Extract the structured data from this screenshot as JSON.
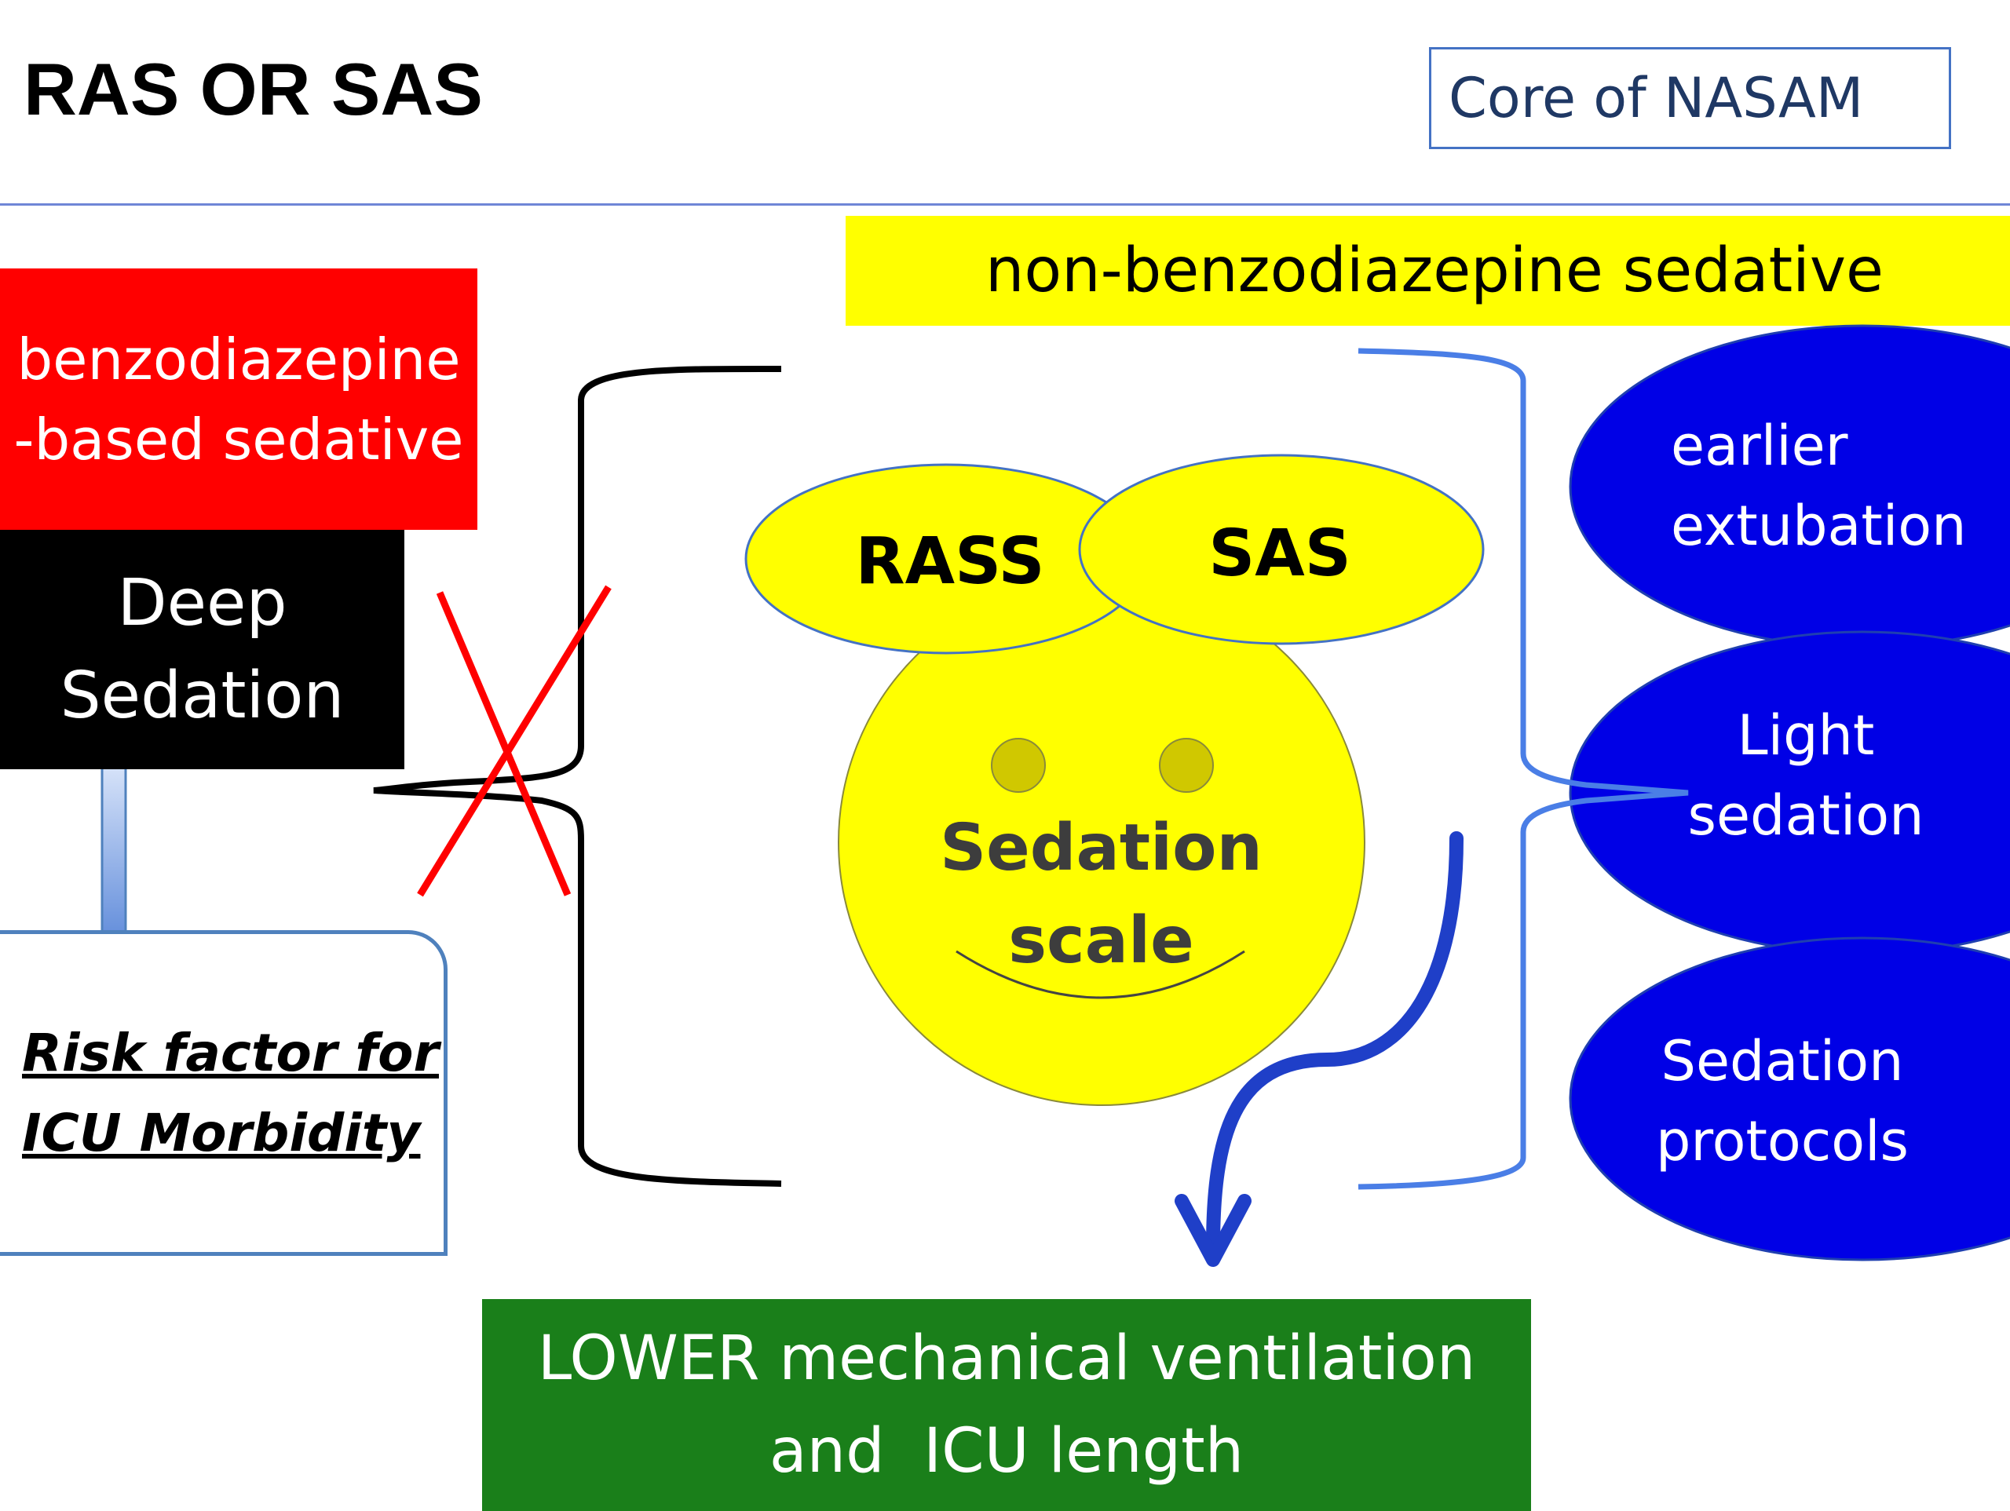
{
  "title": "RAS OR SAS",
  "core_label": "Core of NASAM",
  "non_benzo": "non-benzodiazepine sedative",
  "benzo": {
    "line1": "benzodiazepine",
    "line2": "-based sedative"
  },
  "deep_sedation": {
    "line1": "Deep",
    "line2": "Sedation"
  },
  "risk_factor": {
    "line1": "Risk factor for",
    "line2": "ICU Morbidity"
  },
  "scale": {
    "rass": "RASS",
    "sas": "SAS",
    "line1": "Sedation",
    "line2": "scale"
  },
  "outcomes": [
    {
      "line1": "earlier",
      "line2": "extubation"
    },
    {
      "line1": "Light",
      "line2": "sedation"
    },
    {
      "line1": "Sedation",
      "line2": "protocols"
    }
  ],
  "result": {
    "line1": "LOWER mechanical ventilation",
    "line2": "and  ICU length"
  },
  "colors": {
    "yellow": "#ffff00",
    "red": "#ff0000",
    "blue": "#0000e6",
    "green": "#1a7f1a",
    "black": "#000000"
  }
}
